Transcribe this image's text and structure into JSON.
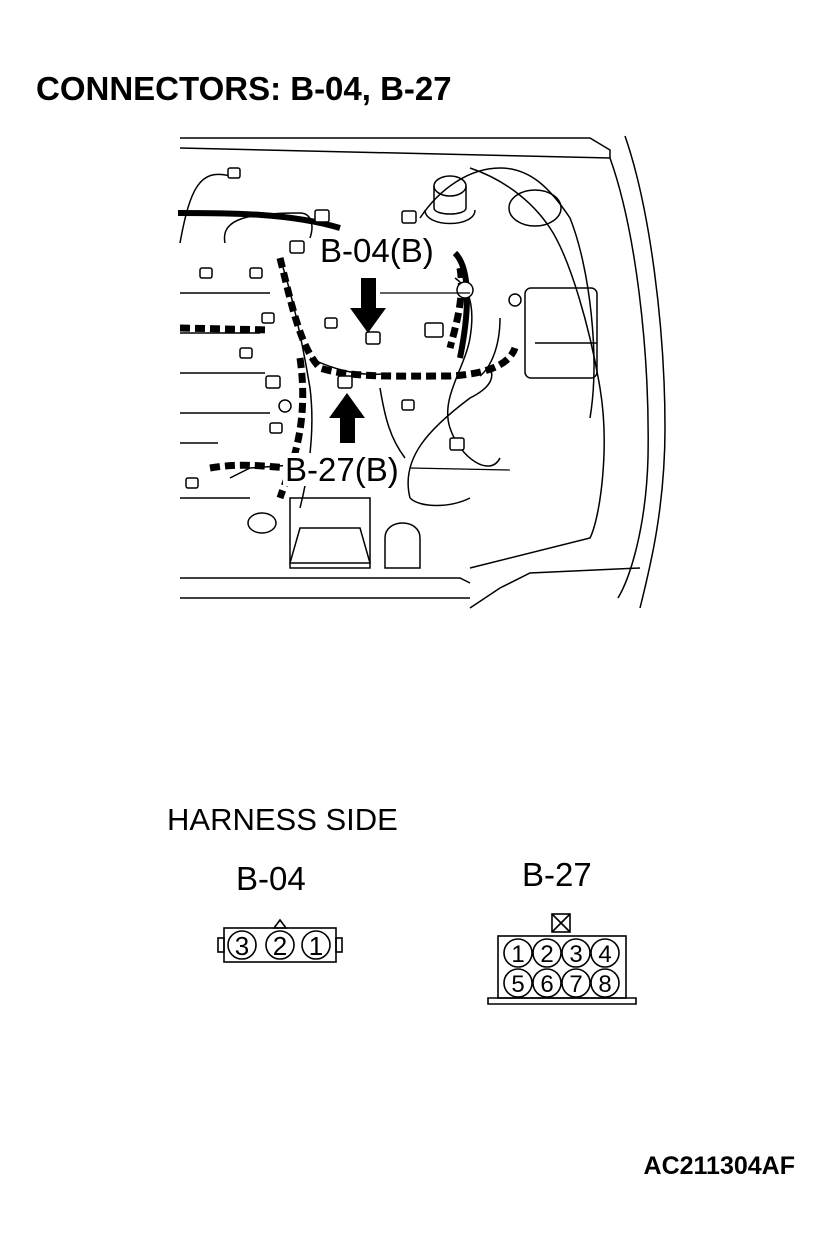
{
  "title": "CONNECTORS: B-04, B-27",
  "callouts": {
    "b04": "B-04(B)",
    "b27": "B-27(B)"
  },
  "harness_side": "HARNESS SIDE",
  "connectors": {
    "b04": {
      "label": "B-04",
      "pins": [
        "3",
        "2",
        "1"
      ]
    },
    "b27": {
      "label": "B-27",
      "pins_top": [
        "1",
        "2",
        "3",
        "4"
      ],
      "pins_bottom": [
        "5",
        "6",
        "7",
        "8"
      ]
    }
  },
  "figure_code": "AC211304AF"
}
